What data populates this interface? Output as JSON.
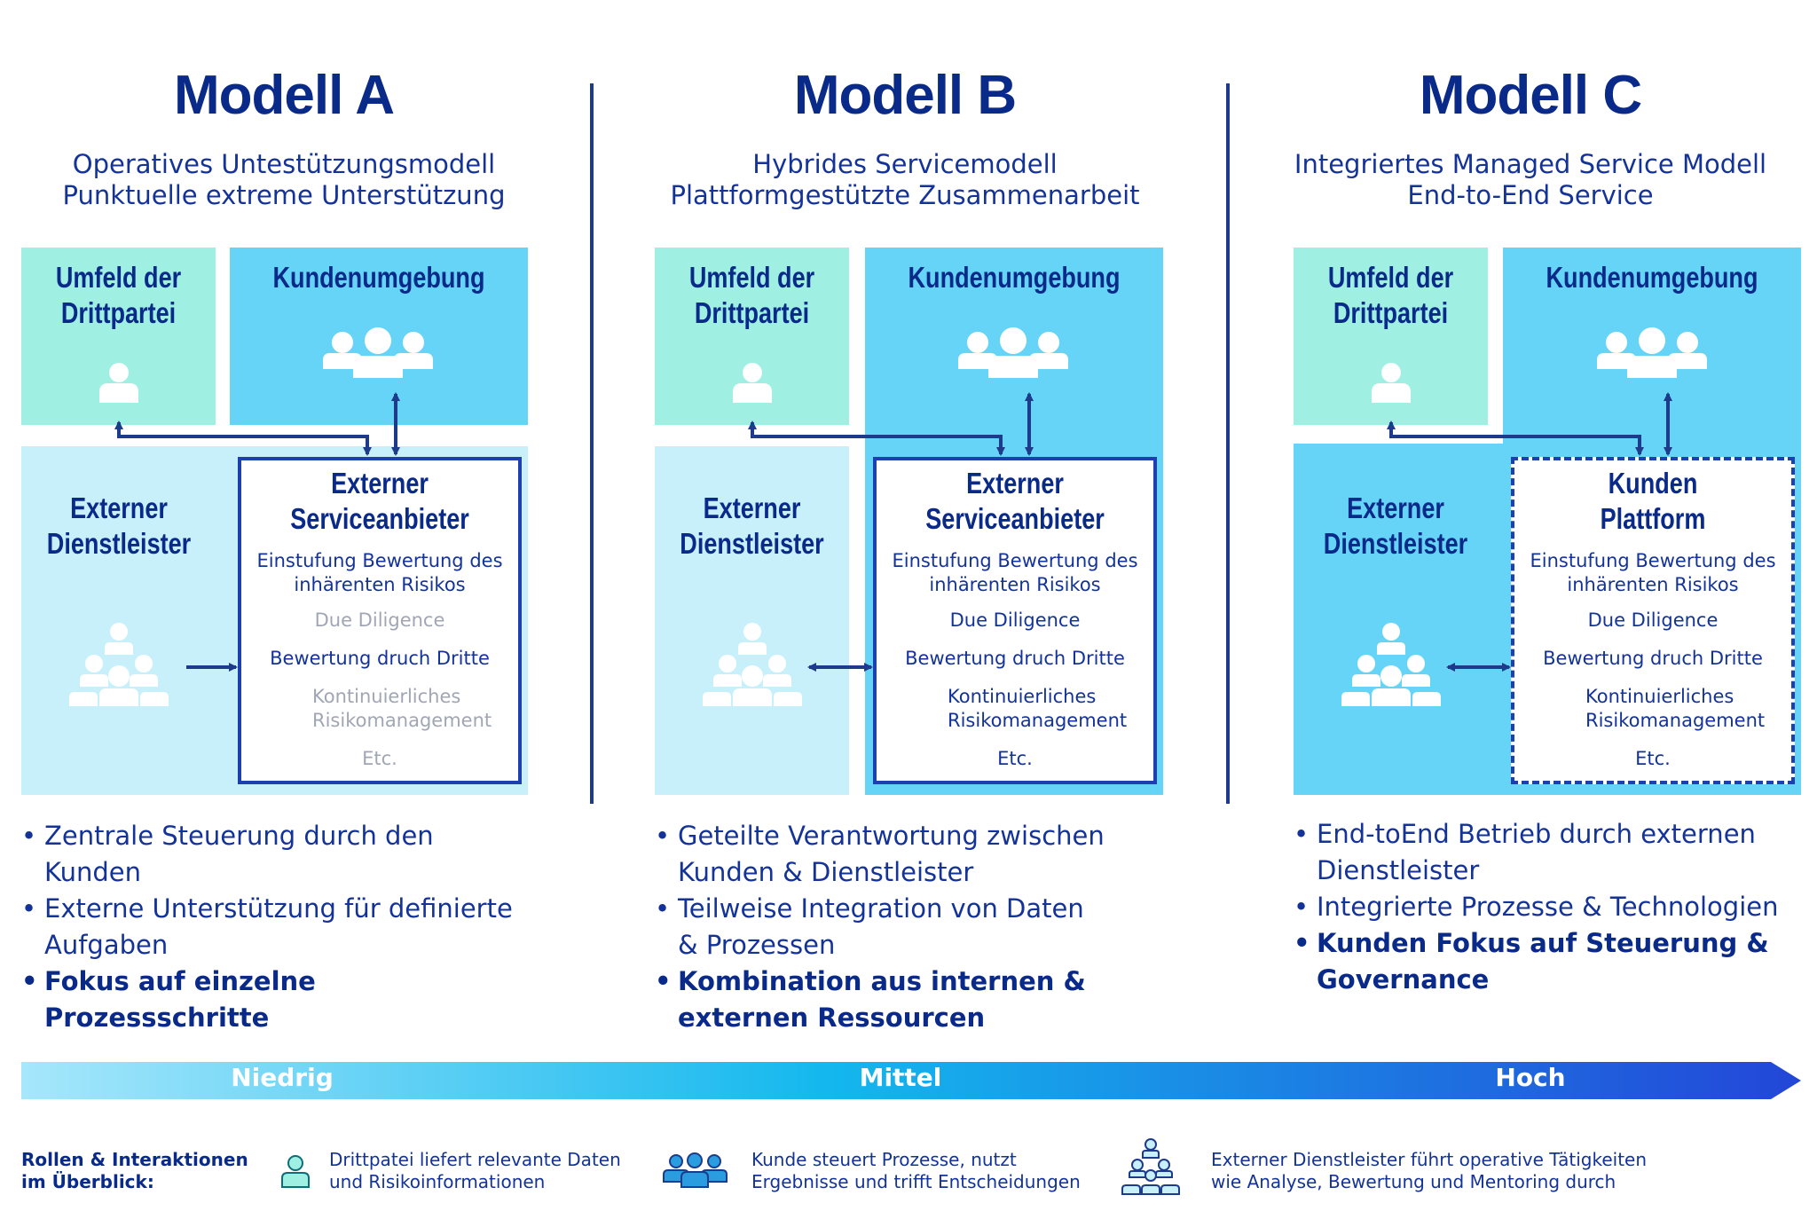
{
  "models": [
    {
      "title": "Modell A",
      "subtitle": [
        "Operatives Untestützungsmodell",
        "Punktuelle extreme Unterstützung"
      ],
      "third_party_label": [
        "Umfeld der",
        "Drittpartei"
      ],
      "customer_label": "Kundenumgebung",
      "external_label": [
        "Externer",
        "Dienstleister"
      ],
      "provider_title": [
        "Externer",
        "Serviceanbieter"
      ],
      "provider_items": [
        "Einstufung Bewertung des inhärenten Risikos",
        "Due Diligence",
        "Bewertung druch Dritte",
        "Kontinuierliches Risikomanagement",
        "Etc."
      ],
      "bullets": [
        "Zentrale Steuerung durch den Kunden",
        "Externe Unterstützung für definierte Aufgaben",
        "Fokus auf einzelne Prozessschritte"
      ]
    },
    {
      "title": "Modell B",
      "subtitle": [
        "Hybrides Servicemodell",
        "Plattformgestützte Zusammenarbeit"
      ],
      "third_party_label": [
        "Umfeld der",
        "Drittpartei"
      ],
      "customer_label": "Kundenumgebung",
      "external_label": [
        "Externer",
        "Dienstleister"
      ],
      "provider_title": [
        "Externer",
        "Serviceanbieter"
      ],
      "provider_items": [
        "Einstufung Bewertung des inhärenten Risikos",
        "Due Diligence",
        "Bewertung druch Dritte",
        "Kontinuierliches Risikomanagement",
        "Etc."
      ],
      "bullets": [
        "Geteilte Verantwortung zwischen Kunden & Dienstleister",
        "Teilweise Integration von Daten & Prozessen",
        "Kombination aus internen & externen Ressourcen"
      ]
    },
    {
      "title": "Modell C",
      "subtitle": [
        "Integriertes Managed Service Modell",
        "End-to-End Service"
      ],
      "third_party_label": [
        "Umfeld der",
        "Drittpartei"
      ],
      "customer_label": "Kundenumgebung",
      "external_label": [
        "Externer",
        "Dienstleister"
      ],
      "provider_title": [
        "Kunden",
        "Plattform"
      ],
      "provider_items": [
        "Einstufung Bewertung des inhärenten Risikos",
        "Due Diligence",
        "Bewertung druch Dritte",
        "Kontinuierliches Risikomanagement",
        "Etc."
      ],
      "bullets": [
        "End-toEnd Betrieb durch externen Dienstleister",
        "Integrierte Prozesse & Technologien",
        "Kunden Fokus auf Steuerung & Governance"
      ]
    }
  ],
  "scale": {
    "low": "Niedrig",
    "mid": "Mittel",
    "high": "Hoch"
  },
  "legend": {
    "title": [
      "Rollen & Interaktionen",
      "im Überblick:"
    ],
    "items": [
      {
        "icon": "person-icon",
        "text": [
          "Drittpatei liefert relevante Daten",
          "und Risikoinformationen"
        ]
      },
      {
        "icon": "group-icon",
        "text": [
          "Kunde steuert Prozesse, nutzt",
          "Ergebnisse und trifft Entscheidungen"
        ]
      },
      {
        "icon": "team-icon",
        "text": [
          "Externer Dienstleister führt operative Tätigkeiten",
          "wie Analyse, Bewertung und Mentoring durch"
        ]
      }
    ]
  },
  "colors": {
    "navy": "#0a2a8a",
    "mint": "#9fefe3",
    "sky": "#66d4f7",
    "pale": "#c8f0fb",
    "border": "#1e3fb0"
  }
}
